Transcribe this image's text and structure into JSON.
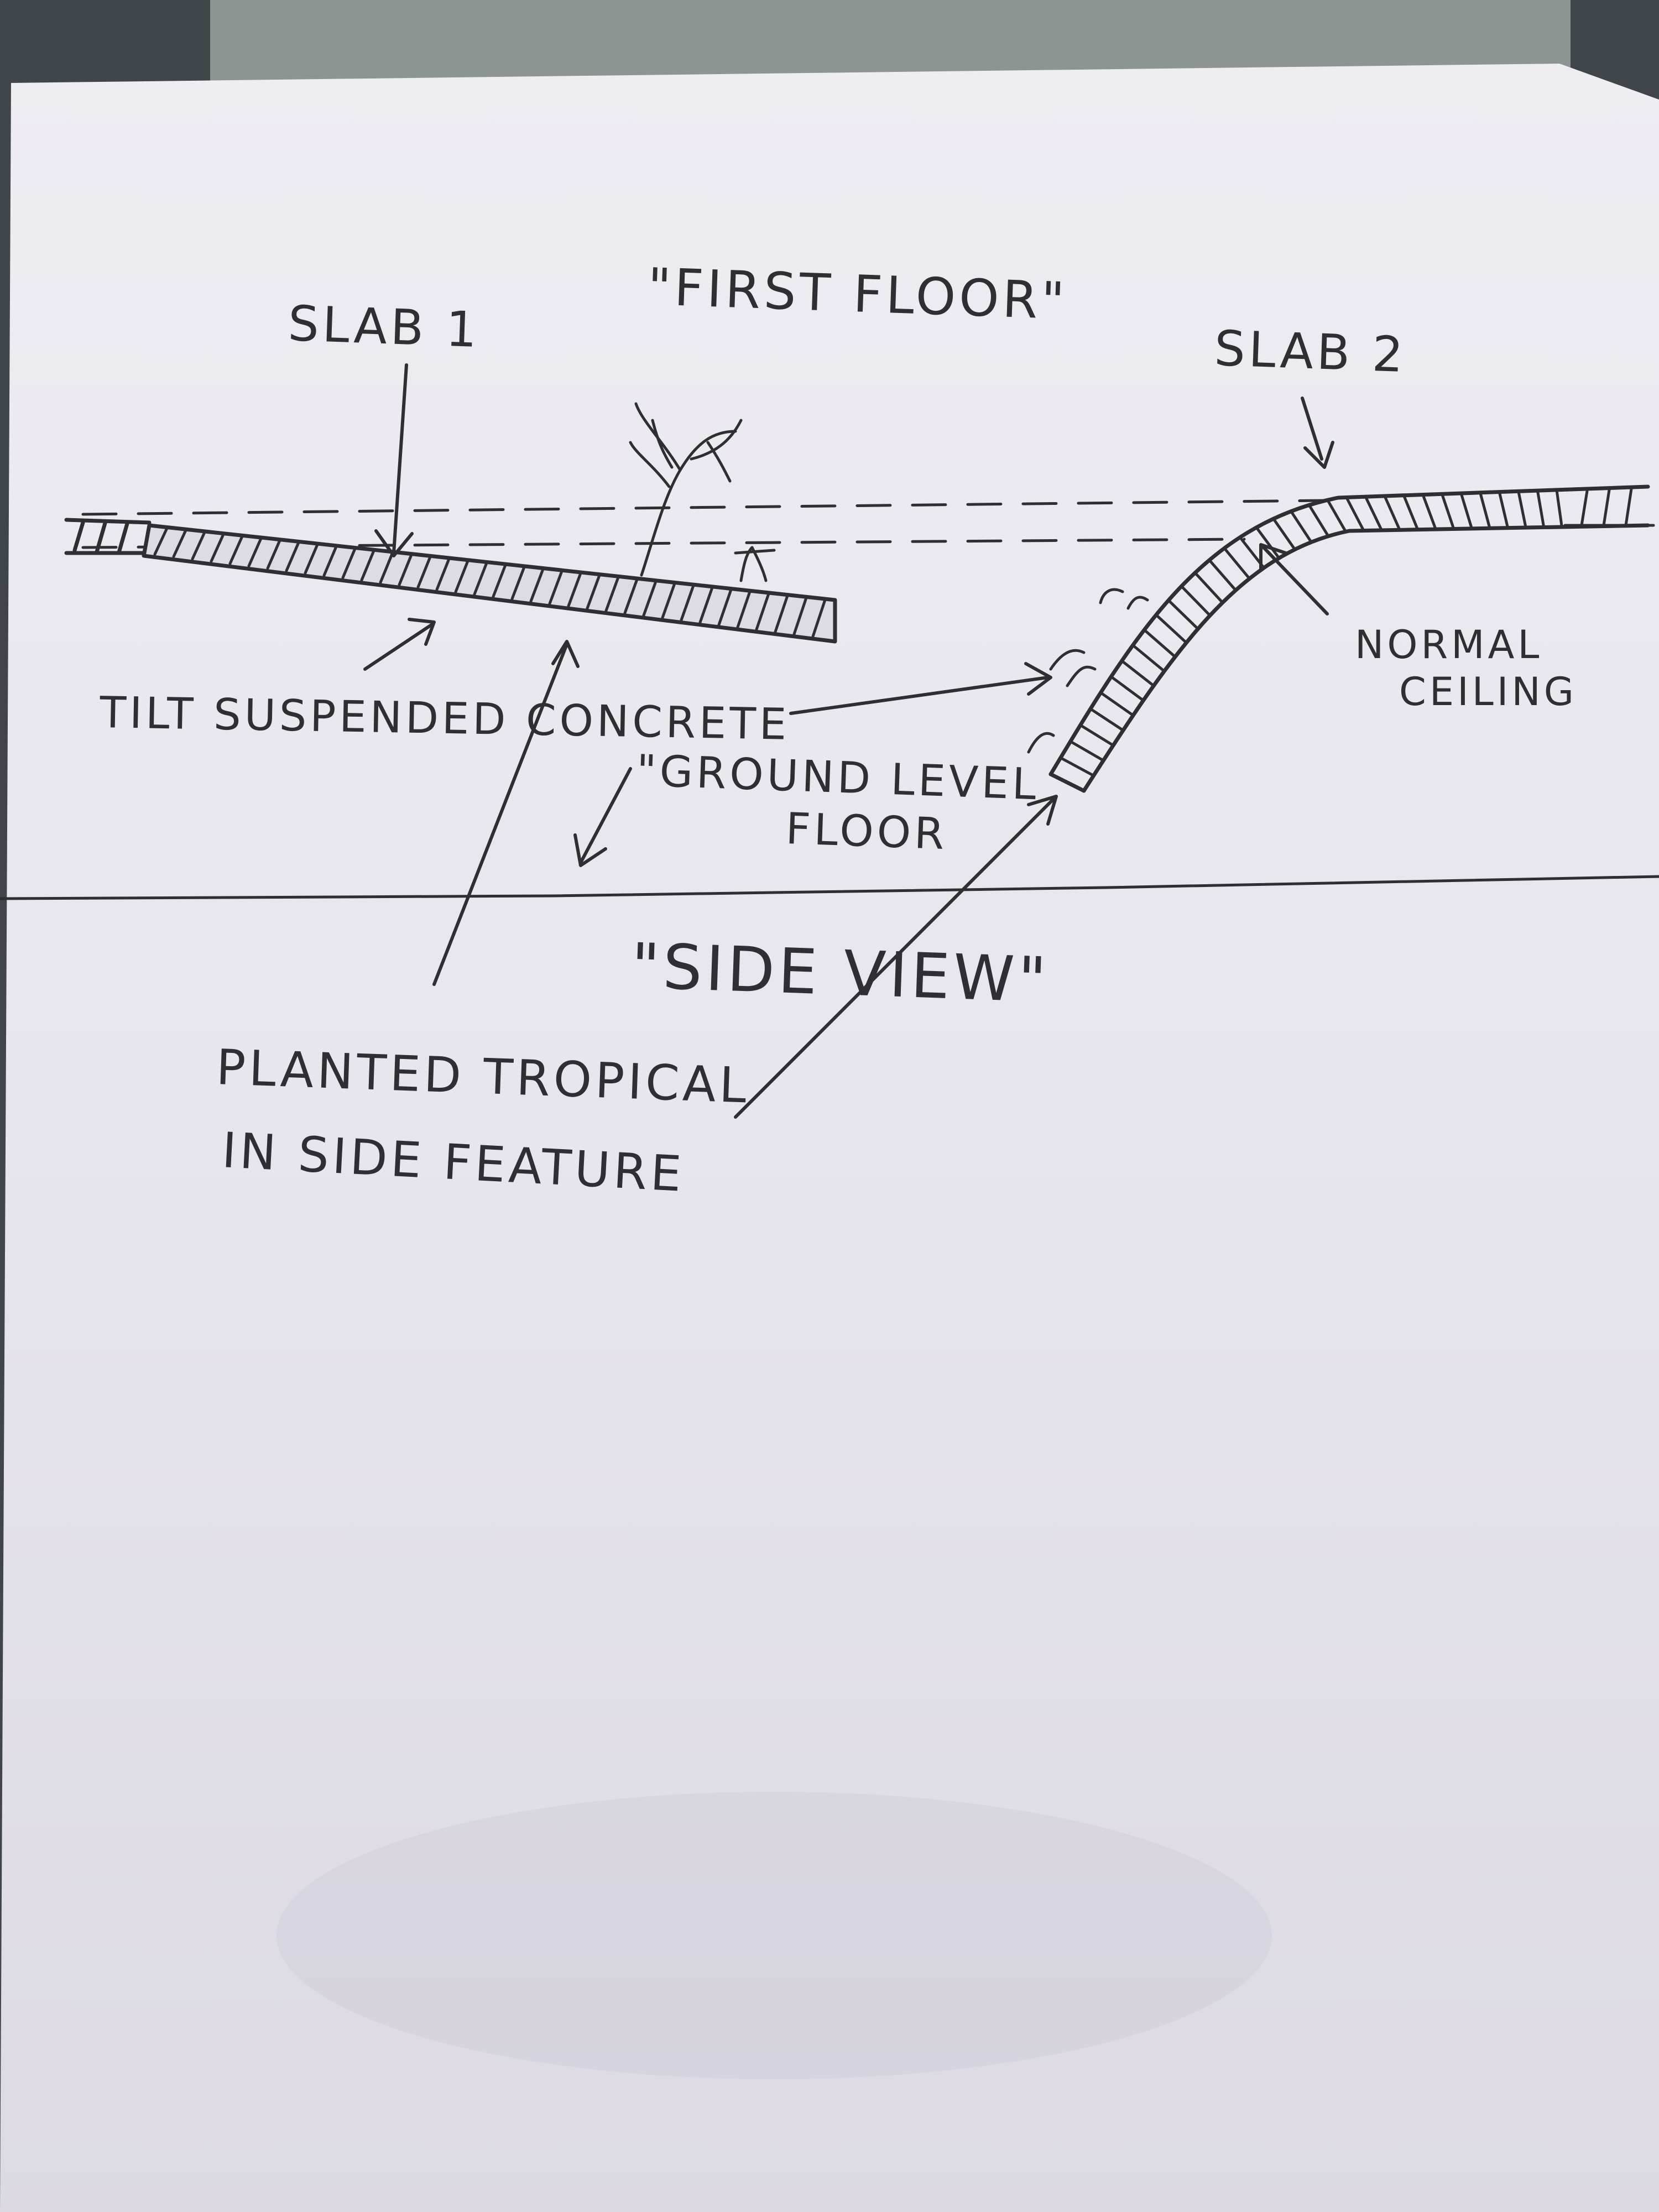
{
  "colors": {
    "background": "#3f4548",
    "paper": "#e8e6ee",
    "pencil": "#2f2f33",
    "hatch": "#4a4a50"
  },
  "labels": {
    "first_floor": "\"FIRST FLOOR\"",
    "slab1": "SLAB 1",
    "slab2": "SLAB 2",
    "tilt_line": "TILT SUSPENDED CONCRETE",
    "ground_level_line1": "\"GROUND LEVEL",
    "ground_level_line2": "FLOOR",
    "normal_ceiling_line1": "NORMAL",
    "normal_ceiling_line2": "CEILING",
    "side_view": "\"SIDE VIEW\"",
    "planted_line1": "PLANTED TROPICAL",
    "planted_line2": "IN SIDE FEATURE"
  }
}
